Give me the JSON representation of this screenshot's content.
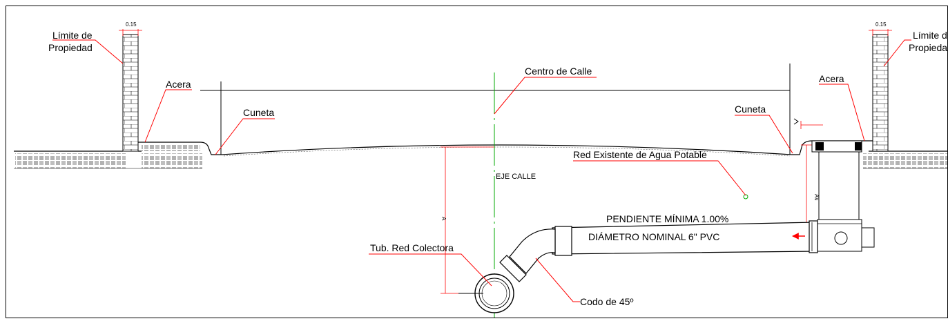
{
  "labels": {
    "limite_left_line1": "Límite de",
    "limite_left_line2": "Propiedad",
    "limite_right_line1": "Límite d",
    "limite_right_line2": "Propieda",
    "acera_left": "Acera",
    "acera_right": "Acera",
    "cuneta_left": "Cuneta",
    "cuneta_right": "Cuneta",
    "centro_calle": "Centro de Calle",
    "red_agua": "Red Existente de Agua Potable",
    "eje_calle": "EJE CALLE",
    "pendiente": "PENDIENTE MÍNIMA 1.00%",
    "diametro": "DIÁMETRO NOMINAL 6\" PVC",
    "tub_red": "Tub. Red Colectora",
    "codo": "Codo de 45º",
    "dim_wall_left": "0.15",
    "dim_wall_right": "0.15",
    "dim_a": "A",
    "dim_ai": "A\\i"
  },
  "colors": {
    "leader": "#ff0000",
    "axis": "#00aa00",
    "line": "#000000"
  }
}
